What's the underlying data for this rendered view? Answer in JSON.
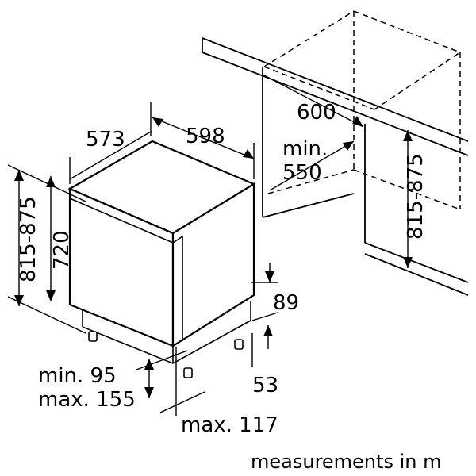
{
  "dimensions": {
    "depth": "573",
    "width": "598",
    "niche_width": "600",
    "niche_min_depth_line1": "min.",
    "niche_min_depth_line2": "550",
    "height_range": "815-875",
    "body_height": "720",
    "niche_height_range": "815-875",
    "plinth_height": "89",
    "plinth_depth": "53",
    "foot_line1": "min. 95",
    "foot_line2": "max. 155",
    "max_setback": "max. 117"
  },
  "footer_note": "measurements in m"
}
